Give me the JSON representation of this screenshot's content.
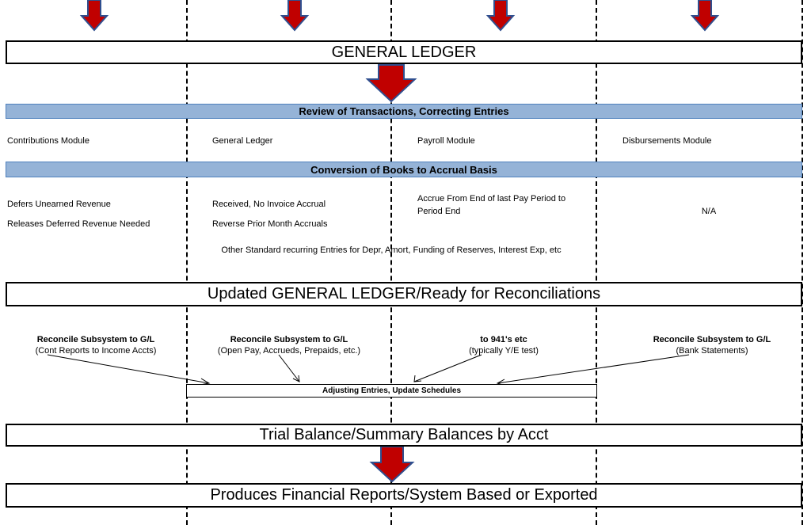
{
  "boxes": {
    "general_ledger": "GENERAL LEDGER",
    "updated_gl": "Updated GENERAL LEDGER/Ready for Reconciliations",
    "trial_balance": "Trial Balance/Summary Balances by Acct",
    "financial_reports": "Produces Financial Reports/System Based or Exported",
    "adjusting_entries": "Adjusting Entries, Update Schedules"
  },
  "bands": {
    "review": "Review of Transactions, Correcting Entries",
    "conversion": "Conversion of Books to Accrual Basis"
  },
  "modules": [
    "Contributions Module",
    "General Ledger",
    "Payroll Module",
    "Disbursements Module"
  ],
  "accrual": {
    "col1": [
      "Defers Unearned Revenue",
      "Releases Deferred Revenue Needed"
    ],
    "col2": [
      "Received, No Invoice Accrual",
      "Reverse Prior Month Accruals"
    ],
    "col3": [
      "Accrue From End of last Pay Period to",
      "Period End"
    ],
    "col4": "N/A",
    "other": "Other Standard recurring Entries for Depr, Amort, Funding of Reserves, Interest Exp, etc"
  },
  "reconcile": [
    {
      "title": "Reconcile Subsystem to G/L",
      "sub": "(Cont Reports to Income Accts)"
    },
    {
      "title": "Reconcile Subsystem to G/L",
      "sub": "(Open Pay, Accrueds, Prepaids, etc.)"
    },
    {
      "title": "to 941's etc",
      "sub": "(typically Y/E test)"
    },
    {
      "title": "Reconcile Subsystem to G/L",
      "sub": "(Bank Statements)"
    }
  ],
  "colors": {
    "arrow_fill": "#c00000",
    "arrow_stroke": "#2f4f8f",
    "band_fill": "#95b3d7",
    "band_border": "#4f81bd"
  }
}
